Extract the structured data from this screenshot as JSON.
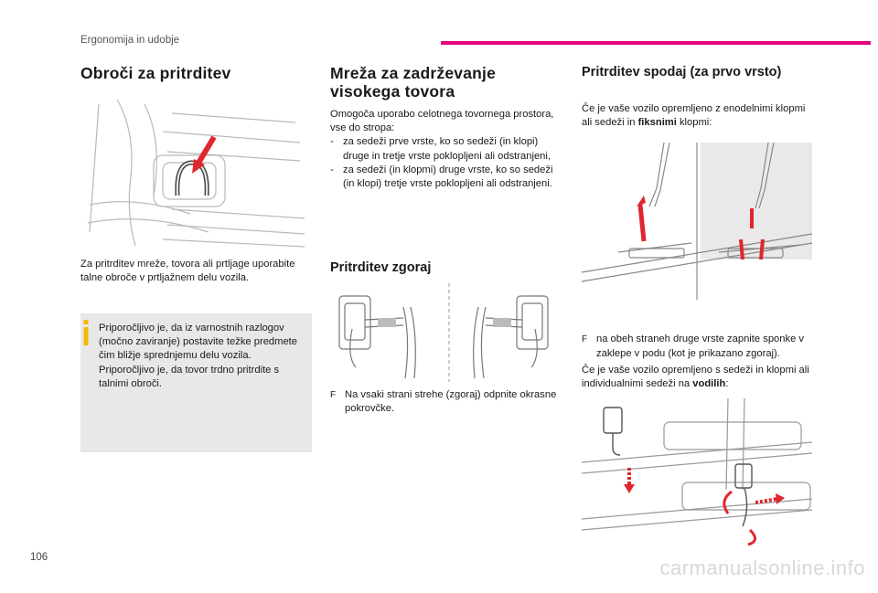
{
  "header": {
    "section": "Ergonomija in udobje"
  },
  "page_number": "106",
  "col1": {
    "title": "Obroči za pritrditev",
    "body": "Za pritrditev mreže, tovora ali prtljage uporabite talne obroče v prtljažnem delu vozila.",
    "info": [
      "Priporočljivo je, da iz varnostnih razlogov (močno zaviranje) postavite težke predmete čim bližje sprednjemu delu vozila.",
      "Priporočljivo je, da tovor trdno pritrdite s talnimi obroči."
    ]
  },
  "col2": {
    "title_line1": "Mreža za zadrževanje",
    "title_line2": "visokega tovora",
    "intro": "Omogoča uporabo celotnega tovornega prostora, vse do stropa:",
    "list": [
      "za sedeži prve vrste, ko so sedeži (in klopi) druge in tretje vrste pokloplјeni ali odstranjeni,",
      "za sedeži (in klopmi) druge vrste, ko so sedeži (in klopi) tretje vrste pokloplјeni ali odstranjeni."
    ],
    "list_marker": "-",
    "subtitle": "Pritrditev zgoraj",
    "step": "Na vsaki strani strehe (zgoraj) odpnite okrasne pokrovčke."
  },
  "col3": {
    "title": "Pritrditev spodaj (za prvo vrsto)",
    "p1_pre": "Če je vaše vozilo opremljeno z enodelnimi klopmi ali sedeži in ",
    "p1_bold": "fiksnimi",
    "p1_post": " klopmi:",
    "step": "na obeh straneh druge vrste zapnite sponke v zaklepe v podu (kot je prikazano zgoraj).",
    "p2_pre": "Če je vaše vozilo opremljeno s sedeži in klopmi ali individualnimi sedeži na ",
    "p2_bold": "vodilih",
    "p2_post": ":"
  },
  "step_glyph": "F",
  "watermark": "carmanualsonline.info",
  "colors": {
    "accent": "#e4007c",
    "info_box": "#e8e8e8",
    "info_icon": "#f2b705",
    "arrow": "#e0262f"
  }
}
